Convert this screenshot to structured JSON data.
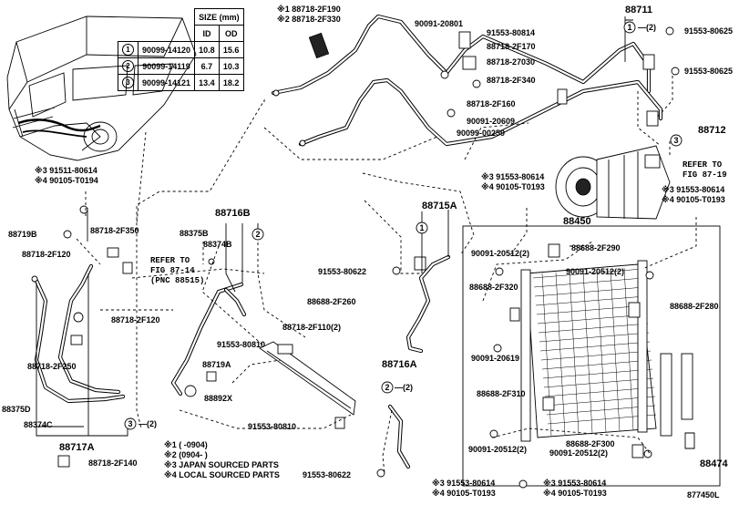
{
  "size_table": {
    "header": "SIZE (mm)",
    "col_id": "ID",
    "col_od": "OD",
    "rows": [
      {
        "no": "1",
        "part": "90099-14120",
        "id": "10.8",
        "od": "15.6"
      },
      {
        "no": "2",
        "part": "90099-14119",
        "id": "6.7",
        "od": "10.3"
      },
      {
        "no": "3",
        "part": "90099-14121",
        "id": "13.4",
        "od": "18.2"
      }
    ]
  },
  "legend": {
    "l1": "※1 (    -0904)",
    "l2": "※2 (0904-    )",
    "l3": "※3 JAPAN SOURCED PARTS",
    "l4": "※4 LOCAL SOURCED PARTS"
  },
  "figure_id": "877450L",
  "labels": {
    "p88718_2f190": "※1 88718-2F190",
    "p88718_2f330": "※2 88718-2F330",
    "p88711": "88711",
    "p90091_20801": "90091-20801",
    "p91553_80814": "91553-80814",
    "p88718_2f170": "88718-2F170",
    "p88718_27030": "88718-27030",
    "p88718_2f340": "88718-2F340",
    "p91553_80625a": "91553-80625",
    "p91553_80625b": "91553-80625",
    "p88718_2f160": "88718-2F160",
    "p90091_20609": "90091-20609",
    "p90099_00259": "90099-00259",
    "p88712": "88712",
    "refer_87_19a": "REFER TO",
    "refer_87_19b": "FIG 87-19",
    "p91511_80614": "※3 91511-80614",
    "p90105_t0194": "※4 90105-T0194",
    "p91553_80614_top": "※3 91553-80614",
    "p90105_t0193_top": "※4 90105-T0193",
    "p91553_80614_right": "※3 91553-80614",
    "p90105_t0193_right": "※4 90105-T0193",
    "p88719b": "88719B",
    "p88718_2f350": "88718-2F350",
    "p88718_2f120a": "88718-2F120",
    "refer_87_14a": "REFER TO",
    "refer_87_14b": "FIG 87-14",
    "refer_87_14c": "(PNC 88515)",
    "p88716b": "88716B",
    "p88375b": "88375B",
    "p88374b": "88374B",
    "p88715a": "88715A",
    "p88450": "88450",
    "p88688_2f290": "88688-2F290",
    "p90091_20512_2a": "90091-20512(2)",
    "p90091_20512_2b": "90091-20512(2)",
    "p91553_80622a": "91553-80622",
    "p88688_2f320": "88688-2F320",
    "p88688_2f280": "88688-2F280",
    "p88688_2f260": "88688-2F260",
    "p88718_2f120b": "88718-2F120",
    "p88718_2f110": "88718-2F110(2)",
    "p91553_80810a": "91553-80810",
    "p88718_2f250": "88718-2F250",
    "p88719a": "88719A",
    "p88892x": "88892X",
    "p90091_20619": "90091-20619",
    "p88716a": "88716A",
    "p88688_2f310": "88688-2F310",
    "p88375d": "88375D",
    "p88374c": "88374C",
    "p3_2": "—(2)",
    "p91553_80810b": "91553-80810",
    "p90091_20512_2c": "90091-20512(2)",
    "p88688_2f300": "88688-2F300",
    "p90091_20512_2d": "90091-20512(2)",
    "p88717a": "88717A",
    "p88718_2f140": "88718-2F140",
    "p91553_80622b": "91553-80622",
    "p91553_80614_bl": "※3 91553-80614",
    "p90105_t0193_bl": "※4 90105-T0193",
    "p91553_80614_br": "※3 91553-80614",
    "p90105_t0193_br": "※4 90105-T0193",
    "p88474": "88474",
    "c1a": "1",
    "c1a_note": "—(2)",
    "c2a": "2",
    "c3a": "3",
    "c1b": "1",
    "c2b": "2",
    "c2b_note": "—(2)",
    "c3b": "3"
  }
}
